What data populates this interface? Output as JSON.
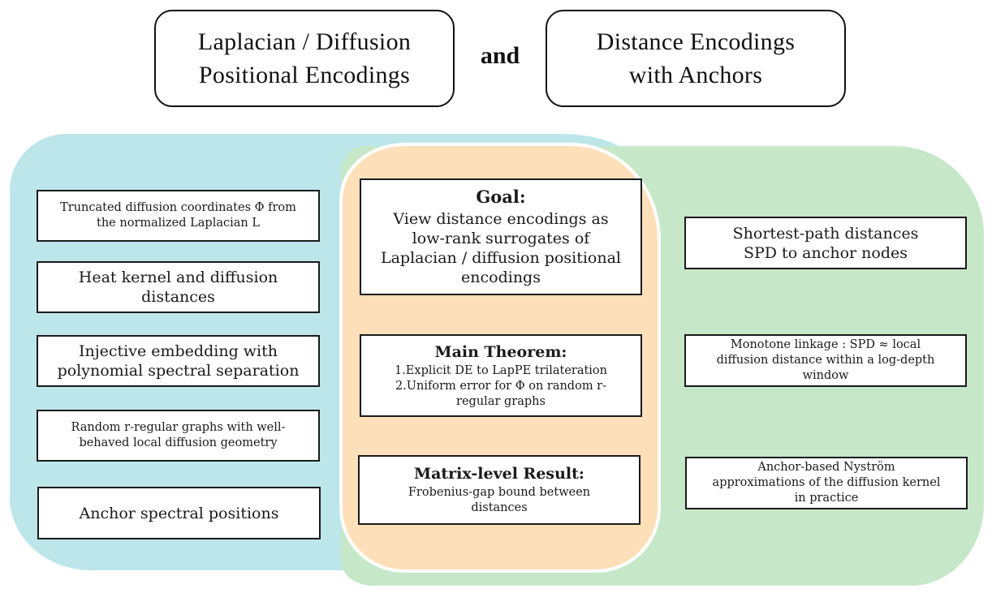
{
  "header": {
    "left_title": "Laplacian / Diffusion\nPositional Encodings",
    "connector": "and",
    "right_title": "Distance Encodings\nwith Anchors"
  },
  "colors": {
    "left_region": "#bde6ea",
    "right_region": "#c6e8c9",
    "overlap_region": "#fde0ba",
    "card_border": "#1a1a1a"
  },
  "left_column": {
    "items": [
      {
        "text": "Truncated diffusion coordinates Φ from\nthe normalized Laplacian L"
      },
      {
        "text": "Heat kernel and diffusion\ndistances"
      },
      {
        "text": "Injective embedding with\npolynomial spectral separation"
      },
      {
        "text": "Random r-regular graphs with well-\nbehaved local diffusion geometry"
      },
      {
        "text": "Anchor spectral positions"
      }
    ]
  },
  "center_column": {
    "items": [
      {
        "heading": "Goal:",
        "text": "View distance encodings as\nlow-rank surrogates of\nLaplacian / diffusion positional\nencodings"
      },
      {
        "heading": "Main Theorem:",
        "text": "1.Explicit DE to LapPE trilateration\n2.Uniform error for Φ on random r-\nregular graphs"
      },
      {
        "heading": "Matrix-level Result:",
        "text": "Frobenius-gap bound between\ndistances"
      }
    ]
  },
  "right_column": {
    "items": [
      {
        "text": "Shortest-path distances\nSPD to anchor nodes"
      },
      {
        "text": "Monotone linkage : SPD ≈ local\ndiffusion distance within a log-depth\nwindow"
      },
      {
        "text": "Anchor-based Nyström\napproximations of the diffusion kernel\nin practice"
      }
    ]
  }
}
